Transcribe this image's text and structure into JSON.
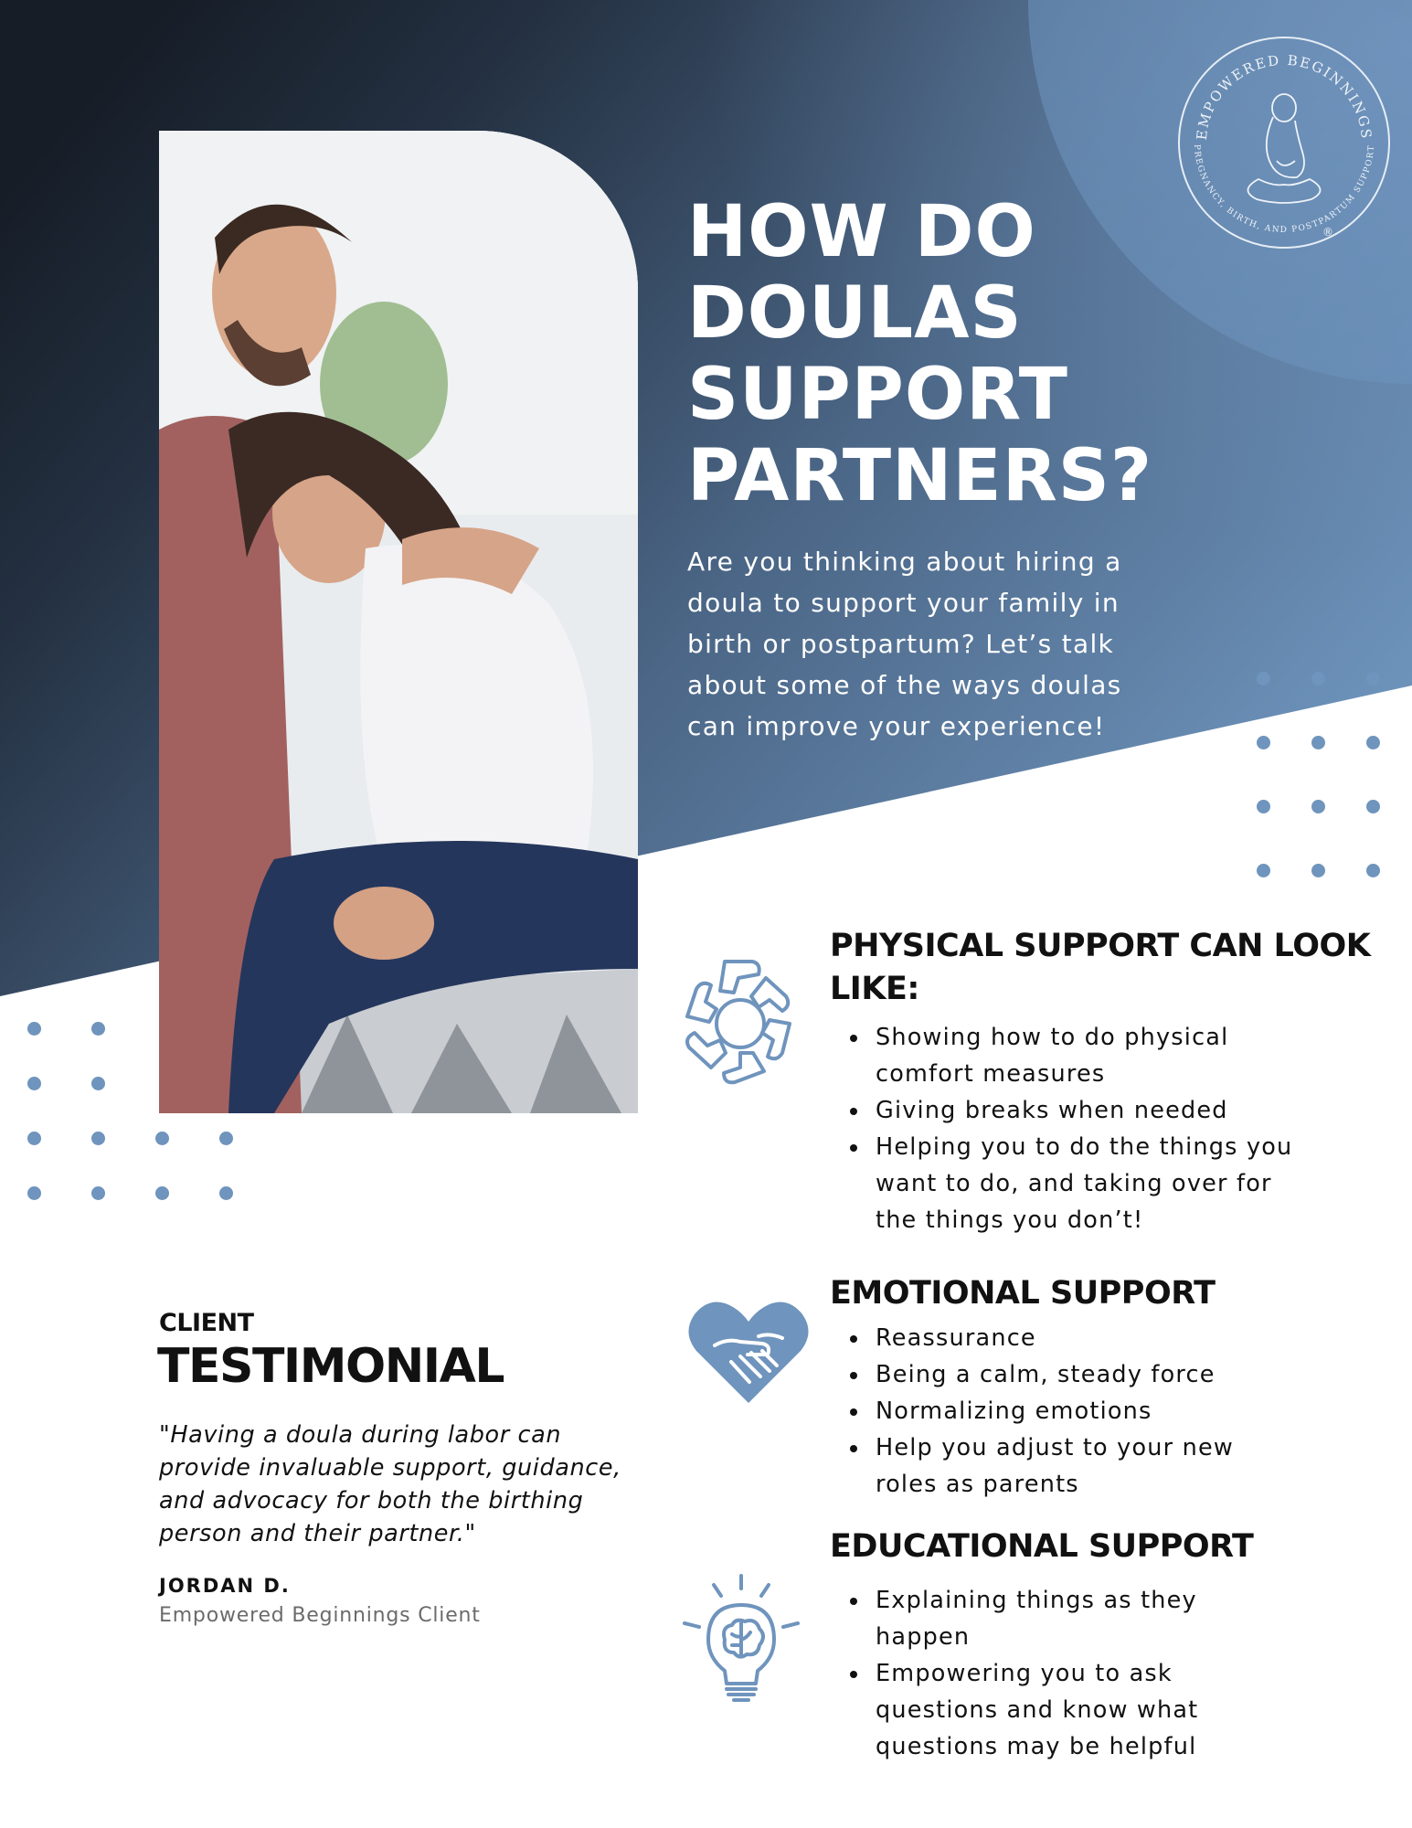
{
  "hero": {
    "title_lines": [
      "HOW DO",
      "DOULAS",
      "SUPPORT",
      "PARTNERS?"
    ],
    "intro": "Are you thinking about hiring a doula to support your family in birth or postpartum? Let’s talk about some of the ways doulas can improve your experience!"
  },
  "logo": {
    "top_text": "EMPOWERED BEGINNINGS",
    "bottom_text": "PREGNANCY, BIRTH, AND POSTPARTUM SUPPORT",
    "registered_mark": "®"
  },
  "sections": [
    {
      "title_lines": [
        "PHYSICAL SUPPORT CAN LOOK",
        "LIKE:"
      ],
      "icon": "hands-circle-icon",
      "items": [
        "Showing how to do physical comfort measures",
        "Giving breaks when needed",
        "Helping you to do the things you want to do, and taking over for the things you don’t!"
      ]
    },
    {
      "title_lines": [
        "EMOTIONAL SUPPORT"
      ],
      "icon": "heart-handshake-icon",
      "items": [
        "Reassurance",
        "Being a calm, steady force",
        "Normalizing emotions",
        "Help you adjust to your new roles as parents"
      ]
    },
    {
      "title_lines": [
        "EDUCATIONAL SUPPORT"
      ],
      "icon": "lightbulb-brain-icon",
      "items": [
        "Explaining things as they happen",
        "Empowering you to ask questions and know what questions may be helpful"
      ]
    }
  ],
  "testimonial": {
    "eyebrow": "CLIENT",
    "title": "TESTIMONIAL",
    "quote": "\"Having a doula during labor can provide invaluable support, guidance, and advocacy for both the birthing person and their partner.\"",
    "author": "JORDAN D.",
    "role": "Empowered Beginnings Client"
  },
  "colors": {
    "dark_navy": "#161d27",
    "slate_blue": "#4a6584",
    "light_blue": "#6f94bd",
    "text": "#111111",
    "muted_text": "#6b6b6b"
  }
}
